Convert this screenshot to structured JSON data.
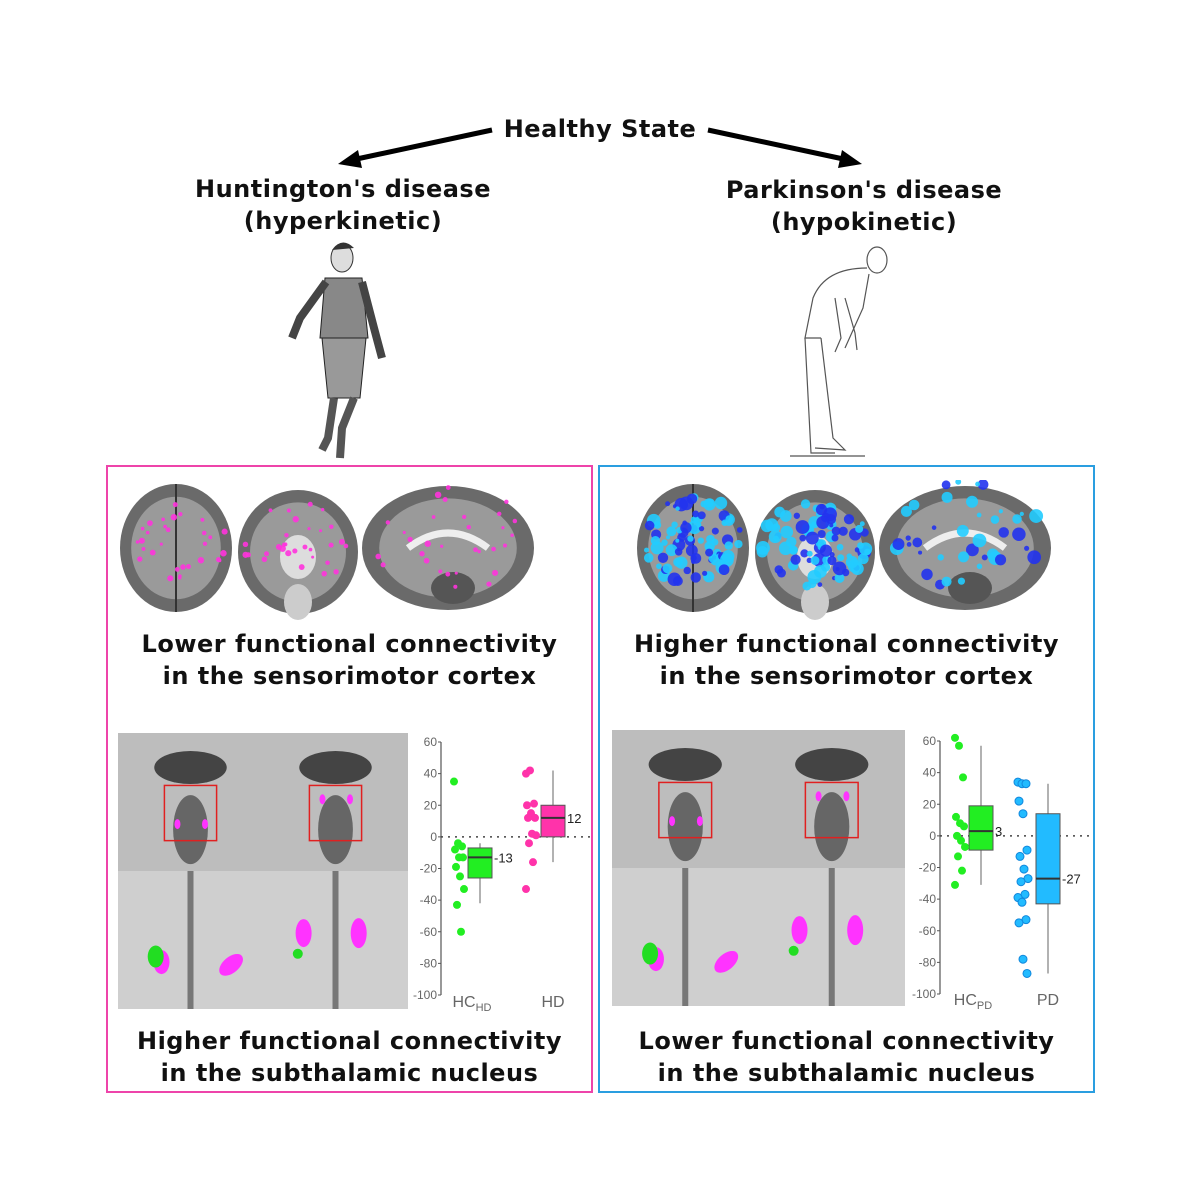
{
  "header": {
    "title": "Healthy State"
  },
  "left": {
    "title_line1": "Huntington's disease",
    "title_line2": "(hyperkinetic)",
    "cortex_caption_line1": "Lower functional connectivity",
    "cortex_caption_line2": "in the sensorimotor cortex",
    "stn_caption_line1": "Higher functional connectivity",
    "stn_caption_line2": "in the subthalamic nucleus",
    "border_color": "#ee44aa",
    "blob_color": "#ff33dd"
  },
  "right": {
    "title_line1": "Parkinson's disease",
    "title_line2": "(hypokinetic)",
    "cortex_caption_line1": "Higher functional connectivity",
    "cortex_caption_line2": "in the sensorimotor cortex",
    "stn_caption_line1": "Lower functional connectivity",
    "stn_caption_line2": "in the subthalamic nucleus",
    "border_color": "#2a9ee0",
    "blob_color": "#22ccff"
  },
  "chart_data": [
    {
      "type": "box",
      "ylim": [
        -100,
        60
      ],
      "yticks": [
        "60",
        "40",
        "20",
        "0",
        "-20",
        "-40",
        "-60",
        "-80",
        "-100"
      ],
      "reference_line": 0,
      "groups": [
        {
          "label": "HC",
          "sub": "HD",
          "color": "#22ee22",
          "points": [
            35,
            -4,
            -6,
            -8,
            -13,
            -13,
            -19,
            -25,
            -33,
            -43,
            -60
          ],
          "q1": -26,
          "median": -13,
          "q3": -7,
          "whisker_low": -42,
          "whisker_high": -4,
          "median_label": "-13"
        },
        {
          "label": "HD",
          "sub": "",
          "color": "#ff33aa",
          "points": [
            40,
            42,
            21,
            20,
            15,
            12,
            12,
            2,
            1,
            -4,
            -16,
            -33
          ],
          "q1": 0,
          "median": 12,
          "q3": 20,
          "whisker_low": -16,
          "whisker_high": 42,
          "median_label": "12"
        }
      ]
    },
    {
      "type": "box",
      "ylim": [
        -100,
        60
      ],
      "yticks": [
        "60",
        "40",
        "20",
        "0",
        "-20",
        "-40",
        "-60",
        "-80",
        "-100"
      ],
      "reference_line": 0,
      "groups": [
        {
          "label": "HC",
          "sub": "PD",
          "color": "#22ee22",
          "points": [
            62,
            57,
            37,
            12,
            8,
            6,
            0,
            -3,
            -7,
            -13,
            -22,
            -31
          ],
          "q1": -9,
          "median": 3,
          "q3": 19,
          "whisker_low": -31,
          "whisker_high": 57,
          "median_label": "3"
        },
        {
          "label": "PD",
          "sub": "",
          "color": "#22bbff",
          "points": [
            34,
            33,
            33,
            22,
            14,
            -9,
            -13,
            -21,
            -27,
            -29,
            -37,
            -39,
            -42,
            -53,
            -55,
            -78,
            -87
          ],
          "q1": -43,
          "median": -27,
          "q3": 14,
          "whisker_low": -87,
          "whisker_high": 33,
          "median_label": "-27"
        }
      ]
    }
  ]
}
